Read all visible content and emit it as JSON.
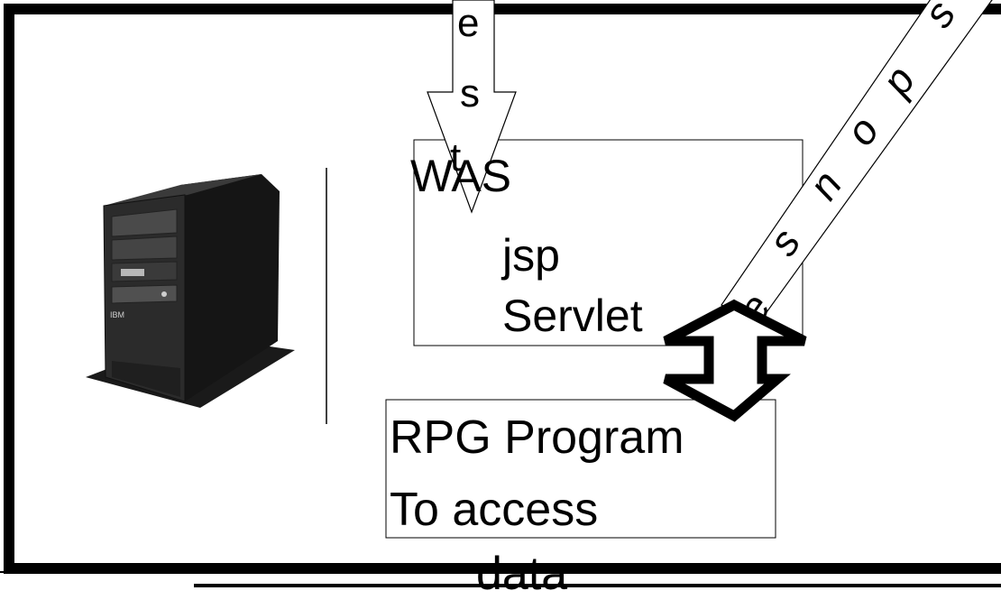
{
  "diagram": {
    "request_arrow": {
      "letters": [
        "e",
        "s",
        "t"
      ]
    },
    "response_arrow": {
      "letters": [
        "e",
        "s",
        "n",
        "o",
        "p",
        "s"
      ]
    },
    "server_image": {
      "brand_text": "IBM"
    },
    "was_box": {
      "title": "WAS",
      "line1": "jsp",
      "line2": "Servlet"
    },
    "rpg_box": {
      "line1": "RPG Program",
      "line2": "To access",
      "line3": "data"
    }
  }
}
